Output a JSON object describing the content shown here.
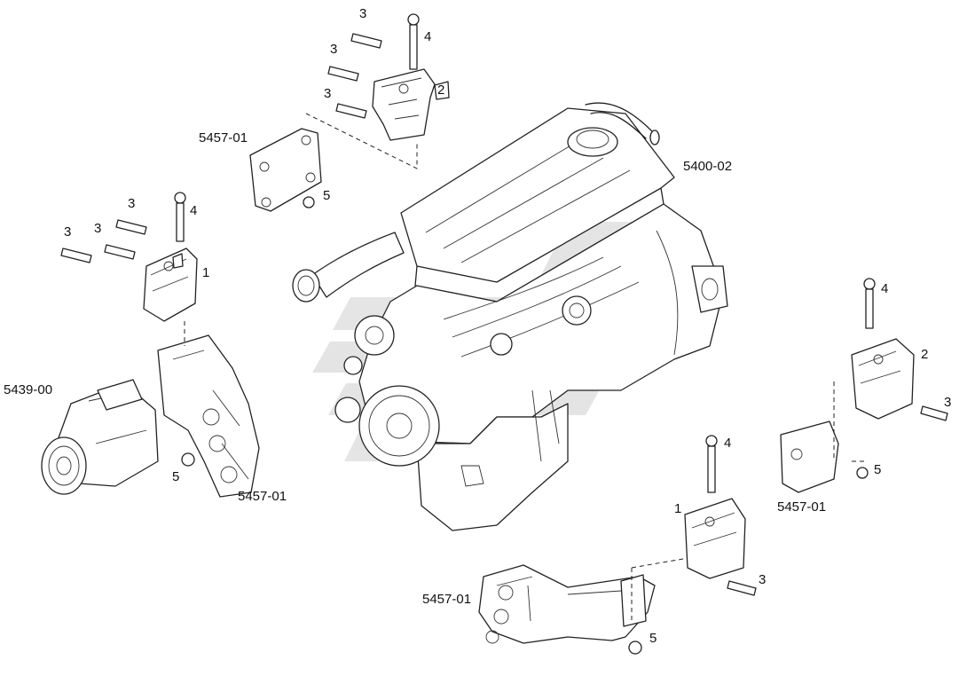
{
  "callouts": {
    "engine": "5400-02",
    "compressor": "5439-00",
    "mount_top": "5457-01",
    "mount_left": "5457-01",
    "mount_right": "5457-01",
    "mount_bottom": "5457-01"
  },
  "items": {
    "n1": "1",
    "n2": "2",
    "n3": "3",
    "n4": "4",
    "n5": "5"
  }
}
